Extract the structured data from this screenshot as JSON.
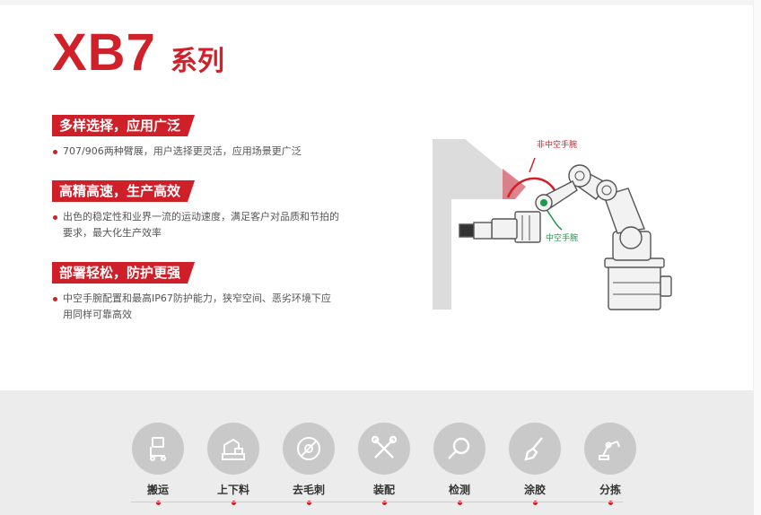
{
  "title": {
    "main": "XB7",
    "sub": "系列"
  },
  "features": [
    {
      "heading": "多样选择，应用广泛",
      "lines": [
        "707/906两种臂展，用户选择更灵活，应用场景更广泛"
      ]
    },
    {
      "heading": "高精高速，生产高效",
      "lines": [
        "出色的稳定性和业界一流的运动速度，满足客户对品质和节拍的",
        "要求，最大化生产效率"
      ]
    },
    {
      "heading": "部署轻松，防护更强",
      "lines": [
        "中空手腕配置和最高IP67防护能力，狭窄空间、恶劣环境下应",
        "用同样可靠高效"
      ]
    }
  ],
  "illustration": {
    "label_non_hollow": "非中空手腕",
    "label_hollow": "中空手腕",
    "accent_red": "#cf1f28",
    "accent_green": "#1a9a4a"
  },
  "applications": [
    {
      "label": "搬运",
      "icon": "handling-icon"
    },
    {
      "label": "上下料",
      "icon": "loading-icon"
    },
    {
      "label": "去毛刺",
      "icon": "deburring-icon"
    },
    {
      "label": "装配",
      "icon": "assembly-tools-icon"
    },
    {
      "label": "检测",
      "icon": "inspection-magnifier-icon"
    },
    {
      "label": "涂胶",
      "icon": "gluing-brush-icon"
    },
    {
      "label": "分拣",
      "icon": "sorting-robot-icon"
    }
  ],
  "colors": {
    "brand_red": "#cf1f28",
    "icon_bg": "#c9c9c9",
    "bottom_bg": "#ececec"
  }
}
